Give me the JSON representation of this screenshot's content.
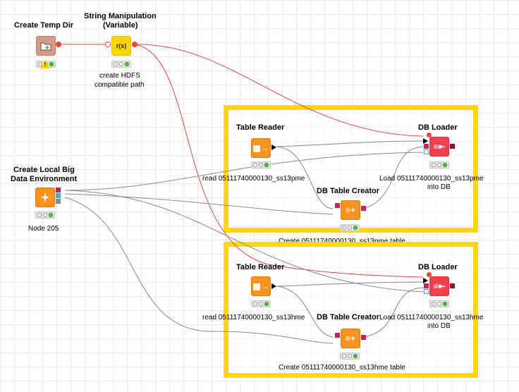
{
  "workflow": {
    "nodes": {
      "create_temp_dir": {
        "title": "Create Temp Dir"
      },
      "string_manipulation": {
        "title_line1": "String Manipulation",
        "title_line2": "(Variable)",
        "caption_line1": "create HDFS",
        "caption_line2": "compatible path",
        "glyph": "r(s)"
      },
      "create_local_big_data": {
        "title_line1": "Create Local Big",
        "title_line2": "Data Environment",
        "caption": "Node 205"
      },
      "table_reader_1": {
        "title": "Table Reader",
        "caption": "read 05111740000130_ss13pme"
      },
      "db_table_creator_1": {
        "title": "DB Table Creator"
      },
      "db_loader_1": {
        "title": "DB Loader",
        "caption_line1": "Load 05111740000130_ss13pme",
        "caption_line2": "into DB"
      },
      "table_reader_2": {
        "title": "Table Reader",
        "caption": "read 05111740000130_ss13hme"
      },
      "db_table_creator_2": {
        "title": "DB Table Creator"
      },
      "db_loader_2": {
        "title": "DB Loader",
        "caption_line1": "Load 05111740000130_ss13hme",
        "caption_line2": "into DB"
      }
    },
    "annotations": {
      "top": {
        "label": "Create 05111740000130_ss13pme table"
      },
      "bottom": {
        "label": "Create 05111740000130_ss13hme table"
      }
    },
    "colors": {
      "annotation_border": "#ffd800",
      "reader_node": "#f7931e",
      "loader_node": "#f2404f",
      "variable_node": "#ffd500",
      "flow_variable_wire": "#e8453c",
      "data_wire": "#888888",
      "status_ok": "#53c43c"
    },
    "icons": {
      "create_temp_dir": "folder-plus-icon",
      "string_manipulation": "variable-formula-icon",
      "create_local_big_data": "spark-icon",
      "table_reader": "table-arrow-icon",
      "db_table_creator": "db-table-add-icon",
      "db_loader": "db-loader-icon"
    }
  }
}
